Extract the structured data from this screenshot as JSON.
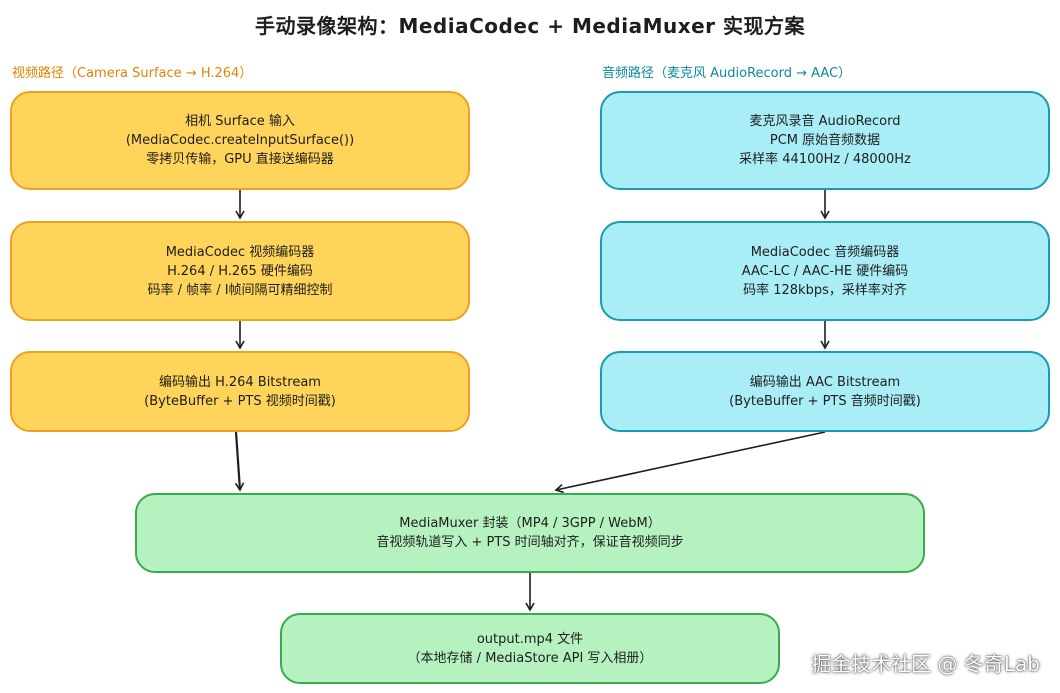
{
  "title": "手动录像架构：MediaCodec + MediaMuxer 实现方案",
  "lanes": {
    "video": "视频路径（Camera Surface → H.264）",
    "audio": "音频路径（麦克风 AudioRecord → AAC）"
  },
  "nodes": {
    "v1": [
      "相机 Surface 输入",
      "(MediaCodec.createInputSurface())",
      "零拷贝传输，GPU 直接送编码器"
    ],
    "v2": [
      "MediaCodec 视频编码器",
      "H.264 / H.265 硬件编码",
      "码率 / 帧率 / I帧间隔可精细控制"
    ],
    "v3": [
      "编码输出 H.264 Bitstream",
      "(ByteBuffer + PTS 视频时间戳)"
    ],
    "a1": [
      "麦克风录音 AudioRecord",
      "PCM 原始音频数据",
      "采样率 44100Hz / 48000Hz"
    ],
    "a2": [
      "MediaCodec 音频编码器",
      "AAC-LC / AAC-HE 硬件编码",
      "码率 128kbps，采样率对齐"
    ],
    "a3": [
      "编码输出 AAC Bitstream",
      "(ByteBuffer + PTS 音频时间戳)"
    ],
    "mux": [
      "MediaMuxer 封装（MP4 / 3GPP / WebM）",
      "音视频轨道写入 + PTS 时间轴对齐，保证音视频同步"
    ],
    "out": [
      "output.mp4 文件",
      "（本地存储 / MediaStore API 写入相册）"
    ]
  },
  "watermark": "掘金技术社区 @ 冬奇Lab",
  "colors": {
    "video_fill": "#ffd45a",
    "video_stroke": "#f0a020",
    "audio_fill": "#a9eef7",
    "audio_stroke": "#1a9bb5",
    "mux_fill": "#b6f2bf",
    "mux_stroke": "#3aaa50"
  }
}
